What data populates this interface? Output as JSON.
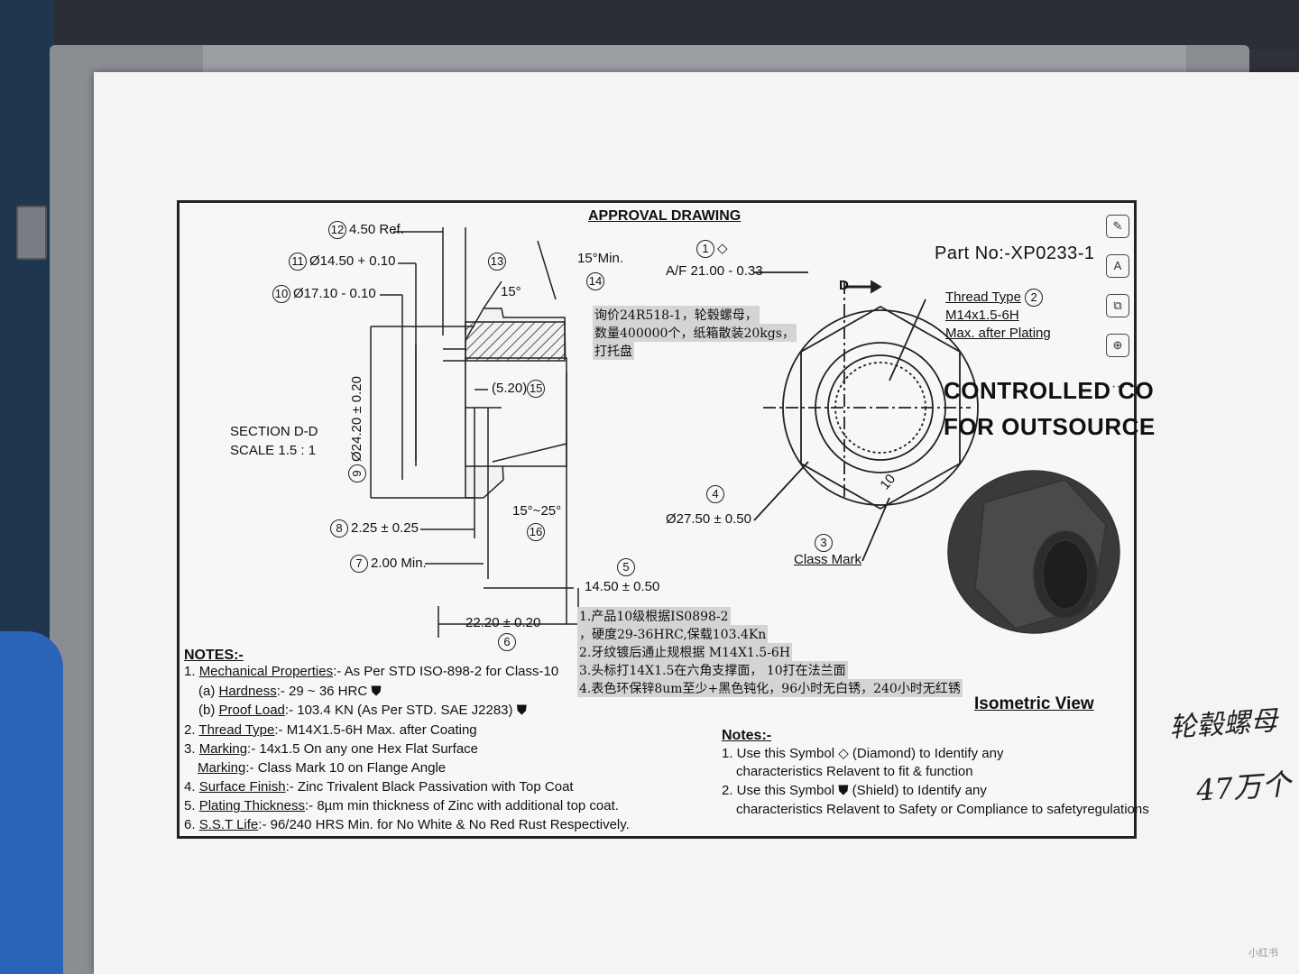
{
  "drawing": {
    "heading": "APPROVAL DRAWING",
    "part_no": "Part No:-XP0233-1",
    "controlled_line1": "CONTROLLED CO",
    "controlled_line2": "FOR OUTSOURCE",
    "section_line1": "SECTION D-D",
    "section_line2": "SCALE 1.5 : 1",
    "isometric_label": "Isometric View",
    "section_marker": "D",
    "flange_mark": "10",
    "dims": {
      "d12": {
        "num": "12",
        "text": "4.50 Ref."
      },
      "d11": {
        "num": "11",
        "text": "Ø14.50 + 0.10"
      },
      "d10": {
        "num": "10",
        "text": "Ø17.10 - 0.10"
      },
      "d13": {
        "num": "13",
        "text": "15°"
      },
      "d14": {
        "num": "14",
        "text": "15°Min."
      },
      "d1": {
        "num": "1",
        "text": "A/F 21.00 - 0.33"
      },
      "d2": {
        "num": "2",
        "line1": "Thread Type",
        "line2": "M14x1.5-6H",
        "line3": "Max. after Plating"
      },
      "d15": {
        "num": "15",
        "text": "(5.20)"
      },
      "d9": {
        "num": "9",
        "text": "Ø24.20 ± 0.20"
      },
      "d16": {
        "num": "16",
        "text": "15°~25°"
      },
      "d8": {
        "num": "8",
        "text": "2.25 ± 0.25"
      },
      "d7": {
        "num": "7",
        "text": "2.00 Min."
      },
      "d4": {
        "num": "4",
        "text": "Ø27.50 ± 0.50"
      },
      "d3": {
        "num": "3",
        "text": "Class Mark"
      },
      "d5": {
        "num": "5",
        "text": "14.50 ± 0.50"
      },
      "d6": {
        "num": "6",
        "text": "22.20 ± 0.20"
      }
    },
    "chinese_note_top": [
      "询价24R518-1，轮毂螺母，",
      "数量400000个，纸箱散装20kgs，",
      "打托盘"
    ],
    "chinese_note_bottom": [
      "1.产品10级根据IS0898-2",
      "，硬度29-36HRC,保载103.4Kn",
      "2.牙纹镀后通止规根据 M14X1.5-6H",
      "3.头标打14X1.5在六角支撑面，  10打在法兰面",
      "4.表色环保锌8um至少+黑色钝化，96小时无白锈，240小时无红锈"
    ],
    "notes_title": "NOTES:-",
    "notes": [
      {
        "prefix": "1.",
        "key": "Mechanical Properties",
        "rest": ":- As Per STD ISO-898-2 for Class-10"
      },
      {
        "prefix": "(a)",
        "key": "Hardness",
        "rest": ":- 29 ~ 36 HRC"
      },
      {
        "prefix": "(b)",
        "key": "Proof Load",
        "rest": ":- 103.4 KN (As Per STD. SAE J2283)"
      },
      {
        "prefix": "2.",
        "key": "Thread Type",
        "rest": ":- M14X1.5-6H Max. after Coating"
      },
      {
        "prefix": "3.",
        "key": "Marking",
        "rest": ":- 14x1.5 On any one Hex Flat Surface"
      },
      {
        "prefix": "",
        "key": "Marking",
        "rest": ":- Class Mark 10 on Flange Angle"
      },
      {
        "prefix": "4.",
        "key": "Surface Finish",
        "rest": ":- Zinc Trivalent Black Passivation with Top Coat"
      },
      {
        "prefix": "5.",
        "key": "Plating Thickness",
        "rest": ":- 8µm min thickness of Zinc with additional top coat."
      },
      {
        "prefix": "6.",
        "key": "S.S.T Life",
        "rest": ":- 96/240 HRS Min. for No White & No Red Rust Respectively."
      }
    ],
    "notes2_title": "Notes:-",
    "notes2": [
      "1. Use this Symbol ◇ (Diamond) to Identify any",
      "characteristics Relavent to fit & function",
      "2. Use this Symbol ⛊ (Shield) to Identify any",
      "characteristics Relavent to Safety or Compliance to safetyregulations"
    ]
  },
  "tools": {
    "t1": "✎",
    "t2": "A",
    "t3": "⧉",
    "t4": "⊕",
    "more": "···"
  },
  "handwritten": {
    "line1": "轮毂螺母",
    "line2": "47万个"
  },
  "watermark": "小红书"
}
